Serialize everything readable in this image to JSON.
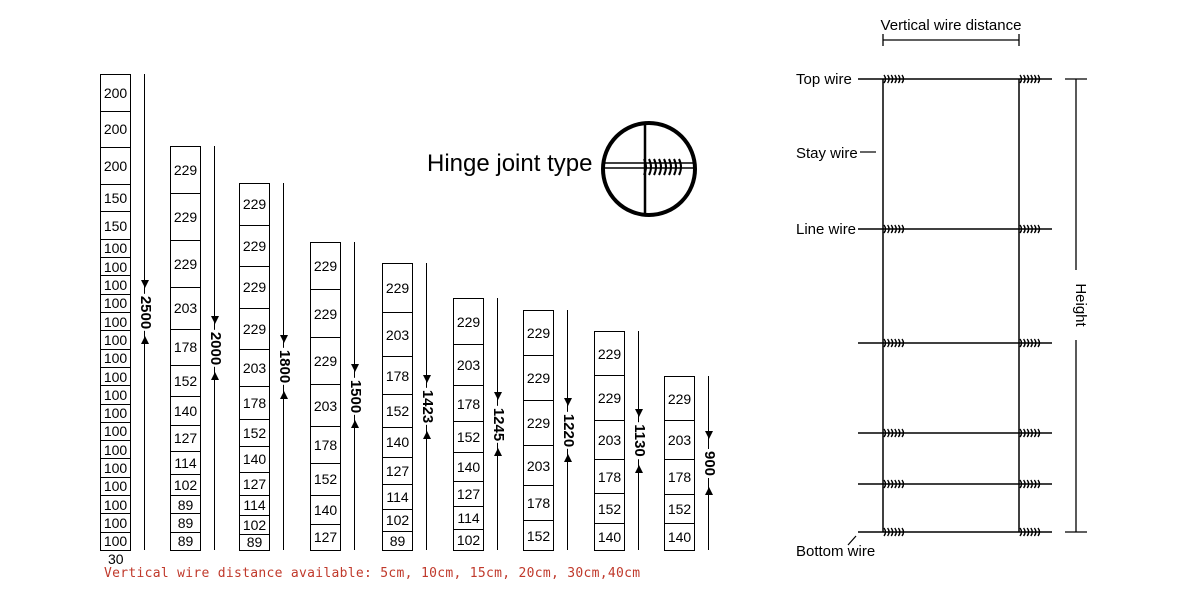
{
  "columns": [
    {
      "values": [
        "200",
        "200",
        "200",
        "150",
        "150",
        "100",
        "100",
        "100",
        "100",
        "100",
        "100",
        "100",
        "100",
        "100",
        "100",
        "100",
        "100",
        "100",
        "100",
        "100",
        "100",
        "100"
      ],
      "total": "2500"
    },
    {
      "values": [
        "229",
        "229",
        "229",
        "203",
        "178",
        "152",
        "140",
        "127",
        "114",
        "102",
        "89",
        "89",
        "89"
      ],
      "total": "2000"
    },
    {
      "values": [
        "229",
        "229",
        "229",
        "229",
        "203",
        "178",
        "152",
        "140",
        "127",
        "114",
        "102",
        "89"
      ],
      "total": "1800"
    },
    {
      "values": [
        "229",
        "229",
        "229",
        "203",
        "178",
        "152",
        "140",
        "127"
      ],
      "total": "1500"
    },
    {
      "values": [
        "229",
        "203",
        "178",
        "152",
        "140",
        "127",
        "114",
        "102",
        "89"
      ],
      "total": "1423"
    },
    {
      "values": [
        "229",
        "203",
        "178",
        "152",
        "140",
        "127",
        "114",
        "102"
      ],
      "total": "1245"
    },
    {
      "values": [
        "229",
        "229",
        "229",
        "203",
        "178",
        "152"
      ],
      "total": "1220"
    },
    {
      "values": [
        "229",
        "229",
        "203",
        "178",
        "152",
        "140"
      ],
      "total": "1130"
    },
    {
      "values": [
        "229",
        "203",
        "178",
        "152",
        "140"
      ],
      "total": "900"
    }
  ],
  "bottom_value": "30",
  "note": "Vertical wire distance available: 5cm, 10cm, 15cm, 20cm, 30cm,40cm",
  "hinge_label": "Hinge joint type",
  "fence": {
    "vertical_distance_label": "Vertical wire distance",
    "top_wire": "Top wire",
    "stay_wire": "Stay wire",
    "line_wire": "Line wire",
    "bottom_wire": "Bottom wire",
    "height": "Height"
  }
}
